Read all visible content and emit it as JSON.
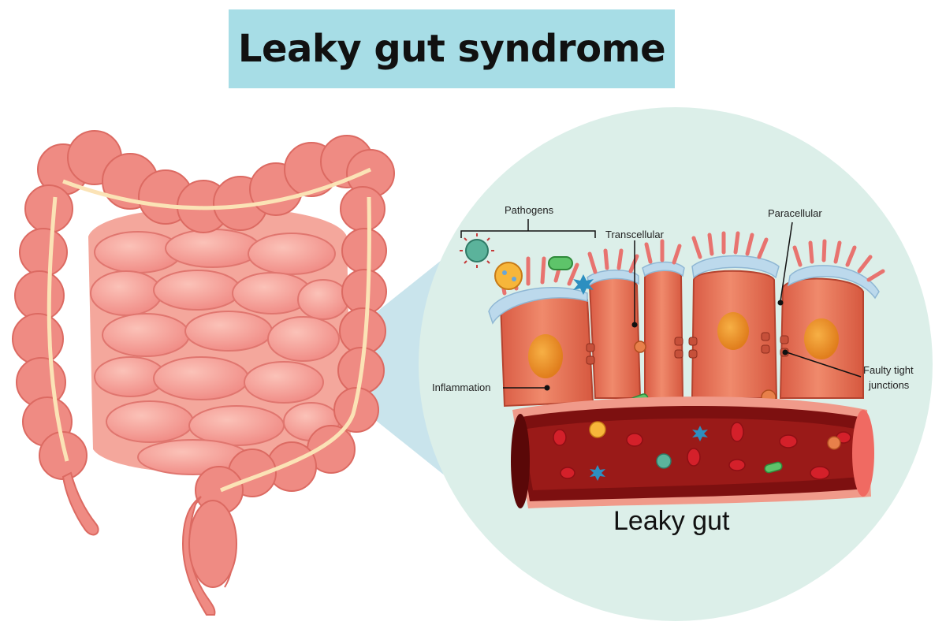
{
  "title": "Leaky gut syndrome",
  "labels": {
    "pathogens": "Pathogens",
    "transcellular": "Transcellular",
    "paracellular": "Paracellular",
    "inflammation": "Inflammation",
    "faulty_tight_line1": "Faulty tight",
    "faulty_tight_line2": "junctions",
    "leaky_gut": "Leaky gut"
  },
  "colors": {
    "title_bg": "#a7dde6",
    "circle_bg": "#dcefe9",
    "intestine": "#f08a84",
    "cell": "#e8735a",
    "nucleus": "#f29a2e",
    "vessel": "#8e1616",
    "blood_cell": "#d4202a"
  }
}
